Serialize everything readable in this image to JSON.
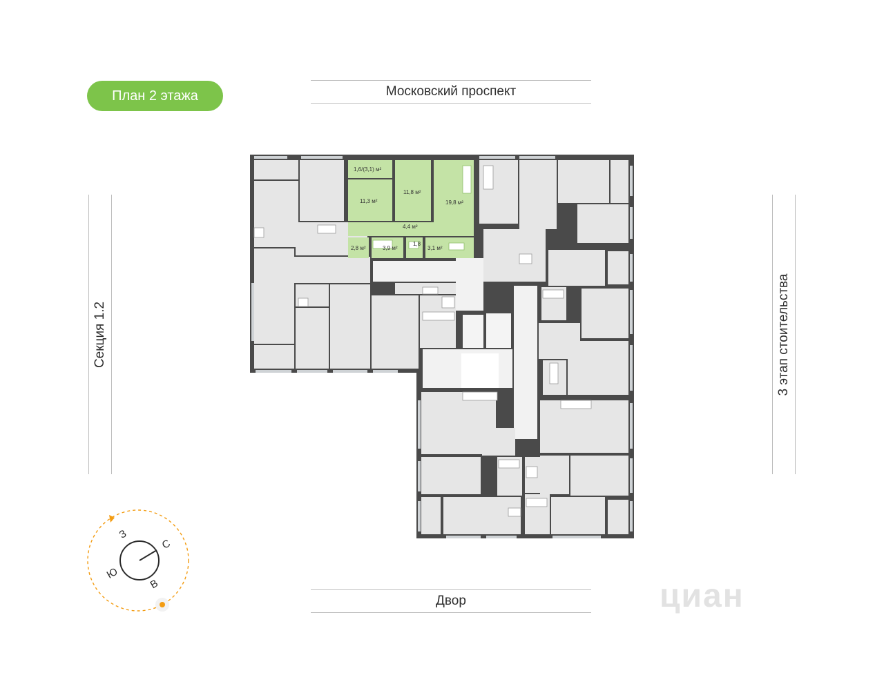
{
  "floor_badge": {
    "label": "План 2 этажа",
    "color": "#7dc44a"
  },
  "streets": {
    "top": "Московский проспект",
    "bottom": "Двор",
    "left": "Секция 1.2",
    "right": "3 этап стоительства"
  },
  "apartment": {
    "highlight_color": "#c4e3a6",
    "rooms": [
      {
        "id": "balcony",
        "label": "1,6/(3,1) м²"
      },
      {
        "id": "room-a",
        "label": "11,3 м²"
      },
      {
        "id": "room-b",
        "label": "11,8 м²"
      },
      {
        "id": "kitchen",
        "label": "19,8 м²"
      },
      {
        "id": "hall",
        "label": "4,4 м²"
      },
      {
        "id": "entry",
        "label": "2,8 м²"
      },
      {
        "id": "bath",
        "label": "3,9 м²"
      },
      {
        "id": "wc",
        "label": "1,8"
      },
      {
        "id": "storage",
        "label": "3,1 м²"
      }
    ]
  },
  "compass": {
    "north": "С",
    "east": "В",
    "south": "Ю",
    "west": "З",
    "accent_color": "#f39c12",
    "icon": "sun-icon"
  },
  "watermark": {
    "text": "циан"
  }
}
